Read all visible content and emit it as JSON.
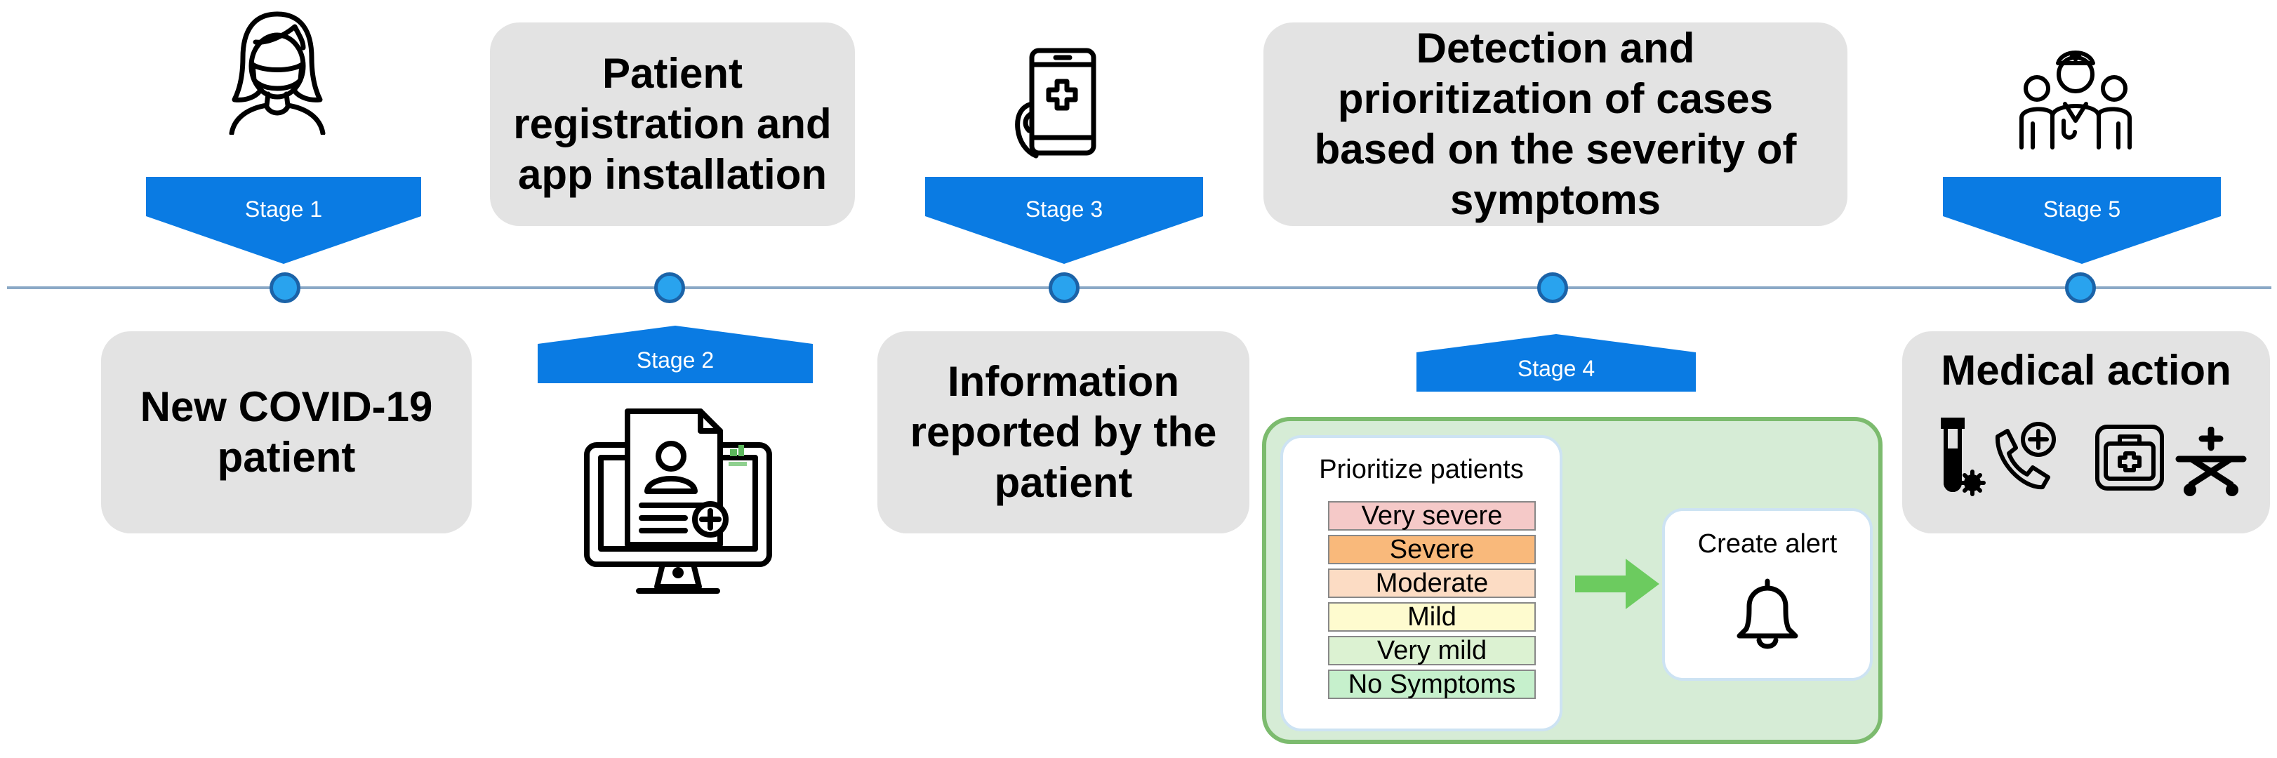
{
  "stages": [
    {
      "banner": "Stage 1",
      "text": "New COVID-19 patient",
      "icon": "woman-with-mask-icon"
    },
    {
      "banner": "Stage 2",
      "text": "Patient registration and app installation",
      "icon": "computer-registration-icon"
    },
    {
      "banner": "Stage 3",
      "text": "Information reported by the patient",
      "icon": "smartphone-medical-icon"
    },
    {
      "banner": "Stage 4",
      "text": "Detection and prioritization of cases based on the severity of symptoms",
      "icon": ""
    },
    {
      "banner": "Stage 5",
      "text": "Medical action",
      "icon": "medical-staff-icon"
    }
  ],
  "prioritize": {
    "title": "Prioritize patients",
    "levels": [
      {
        "label": "Very severe",
        "color": "#f5c9c8"
      },
      {
        "label": "Severe",
        "color": "#f9b97b"
      },
      {
        "label": "Moderate",
        "color": "#fcdcc4"
      },
      {
        "label": "Mild",
        "color": "#fefbcf"
      },
      {
        "label": "Very mild",
        "color": "#dcf2d2"
      },
      {
        "label": "No Symptoms",
        "color": "#c6f0cc"
      }
    ]
  },
  "alert": {
    "title": "Create alert",
    "icon": "bell-icon"
  },
  "medical_icons": [
    "test-tube-virus-icon",
    "phone-medical-icon",
    "medical-kit-icon",
    "stretcher-icon"
  ],
  "colors": {
    "banner": "#0a7be3",
    "timeline": "#8aa8c6",
    "dot": "#29a3ee",
    "box": "#e3e3e3",
    "panel": "#d6ecd6",
    "panel_border": "#7cbb6e"
  }
}
